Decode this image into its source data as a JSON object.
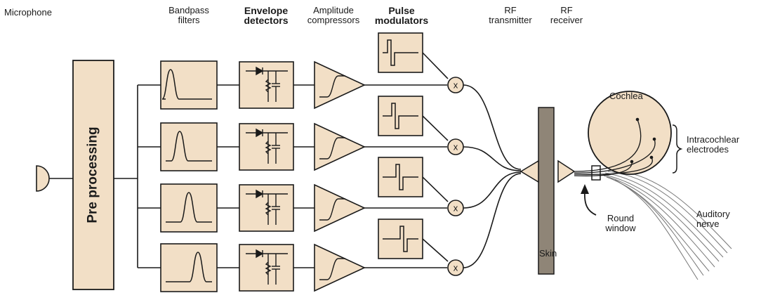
{
  "headers": {
    "microphone": "Microphone",
    "bandpass": [
      "Bandpass",
      "filters"
    ],
    "envelope": [
      "Envelope",
      "detectors"
    ],
    "amplitude": [
      "Amplitude",
      "compressors"
    ],
    "pulse": [
      "Pulse",
      "modulators"
    ],
    "rf_transmitter": [
      "RF",
      "transmitter"
    ],
    "rf_receiver": [
      "RF",
      "receiver"
    ]
  },
  "preprocessing_label": "Pre processing",
  "multiplier_symbol": "x",
  "labels": {
    "cochlea": "Cochlea",
    "intracochlear": [
      "Intracochlear",
      "electrodes"
    ],
    "round_window": [
      "Round",
      "window"
    ],
    "auditory_nerve": [
      "Auditory",
      "nerve"
    ],
    "skin": "Skin"
  },
  "colors": {
    "box_fill": "#f2dfc6",
    "line": "#1a1a1a",
    "skin_fill": "#8f8577",
    "nerve": "#777777"
  },
  "channels": 4
}
